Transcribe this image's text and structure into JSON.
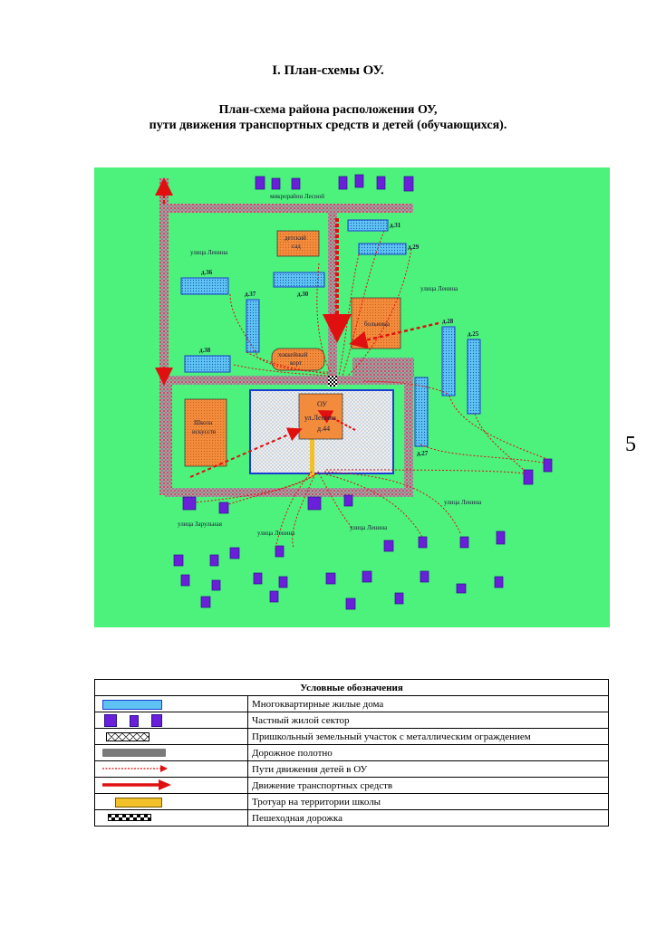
{
  "header": {
    "title": "I. План-схемы ОУ.",
    "subtitle_line1": "План-схема района расположения ОУ,",
    "subtitle_line2": "пути движения транспортных средств и детей (обучающихся)."
  },
  "page_number": "5",
  "map": {
    "labels": {
      "microdistrict": "микрорайон Лесной",
      "street_lenina_1": "улица Ленина",
      "street_lenina_2": "улица Ленина",
      "street_lenina_3": "улица Ленина",
      "street_lenina_4": "улица Ленина",
      "street_lenina_5": "улица Ленина",
      "street_zarulnaya": "улица Зарульная",
      "kindergarten_1": "детский",
      "kindergarten_2": "сад",
      "hospital": "больница",
      "hockey_1": "хоккейный",
      "hockey_2": "корт",
      "school_1": "ОУ",
      "school_2": "ул.Ленина",
      "school_3": "д.44",
      "art_school_1": "Школа",
      "art_school_2": "искусств",
      "h31": "д.31",
      "h29": "д.29",
      "h36": "д.36",
      "h37": "д.37",
      "h30": "д.30",
      "h28": "д.28",
      "h25": "д.25",
      "h38": "д.38",
      "h27": "д.27"
    },
    "colors": {
      "background": "#4cf27c",
      "apartment": "#5ec3f2",
      "private": "#6a1fd8",
      "building": "#f28c3c",
      "road": "#a7a0a0",
      "route": "#e01010",
      "school_area": "#f2f2f2",
      "fence": "#1a3fd0",
      "sidewalk": "#f2c12a"
    }
  },
  "legend": {
    "title": "Условные обозначения",
    "items": [
      {
        "label": "Многоквартирные жилые дома",
        "icon": "apartment-building"
      },
      {
        "label": "Частный жилой сектор",
        "icon": "private-house"
      },
      {
        "label": "Пришкольный земельный участок с металлическим ограждением",
        "icon": "school-plot"
      },
      {
        "label": "Дорожное полотно",
        "icon": "road"
      },
      {
        "label": "Пути движения детей в ОУ",
        "icon": "children-route"
      },
      {
        "label": "Движение транспортных средств",
        "icon": "traffic-arrow"
      },
      {
        "label": "Тротуар на территории школы",
        "icon": "sidewalk"
      },
      {
        "label": "Пешеходная дорожка",
        "icon": "crosswalk"
      }
    ]
  }
}
